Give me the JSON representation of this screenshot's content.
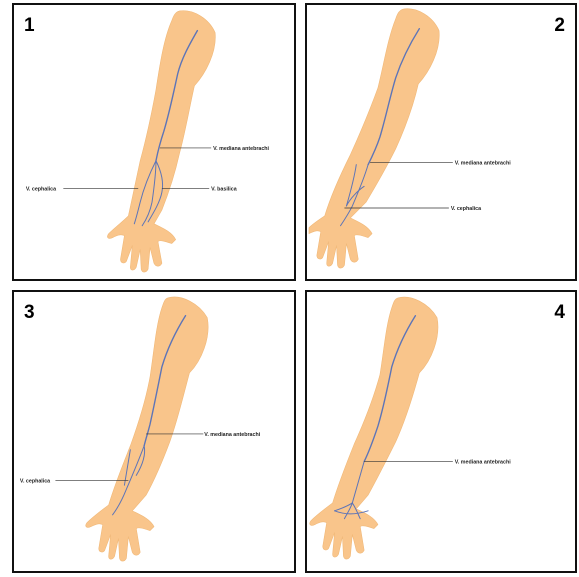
{
  "panels": [
    {
      "number": "1",
      "labels": {
        "mediana": "V. mediana antebrachi",
        "cephalica": "V. cephalica",
        "basilica": "V. basilica"
      }
    },
    {
      "number": "2",
      "labels": {
        "mediana": "V. mediana antebrachi",
        "cephalica": "V. cephalica"
      }
    },
    {
      "number": "3",
      "labels": {
        "mediana": "V. mediana antebrachi",
        "cephalica": "V. cephalica"
      }
    },
    {
      "number": "4",
      "labels": {
        "mediana": "V. mediana antebrachi"
      }
    }
  ],
  "colors": {
    "skin": "#f9c58b",
    "vein": "#5c74b8",
    "border": "#111111"
  }
}
